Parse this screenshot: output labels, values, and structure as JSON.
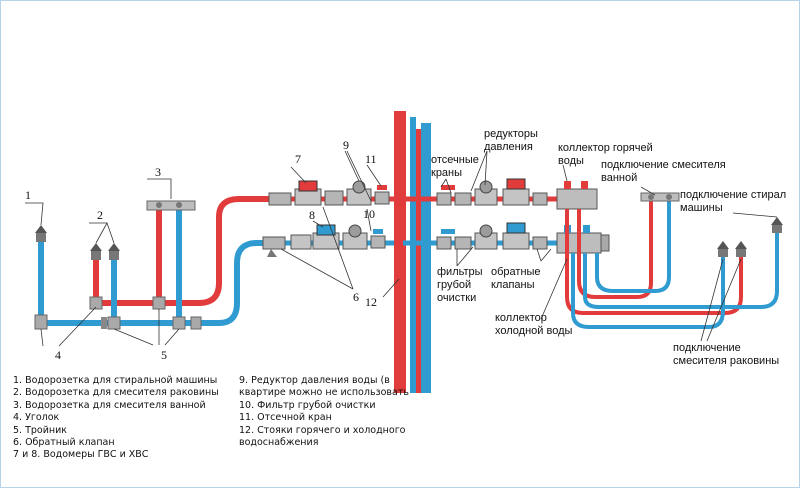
{
  "colors": {
    "hot": "#e23b3b",
    "cold": "#2f9bd0",
    "fitting": "#a9a9a9"
  },
  "numbers": {
    "n1": "1",
    "n2": "2",
    "n3": "3",
    "n4": "4",
    "n5": "5",
    "n6": "6",
    "n7": "7",
    "n8": "8",
    "n9": "9",
    "n10": "10",
    "n11": "11",
    "n12": "12"
  },
  "labels": {
    "pressure_reducers": [
      "редукторы",
      "давления"
    ],
    "shutoff_valves": [
      "отсечные",
      "краны"
    ],
    "hot_manifold": [
      "коллектор горячей",
      "воды"
    ],
    "bath_mixer": [
      "подключение смесителя",
      "ванной"
    ],
    "washer": [
      "подключение стирал",
      "машины"
    ],
    "coarse_filters": [
      "фильтры",
      "грубой",
      "очистки"
    ],
    "check_valves": [
      "обратные",
      "клапаны"
    ],
    "cold_manifold": [
      "коллектор",
      "холодной воды"
    ],
    "sink_mixer": [
      "подключение",
      "смесителя раковины"
    ]
  },
  "legend_left": [
    "1. Водорозетка для стиральной машины",
    "2. Водорозетка для смесителя раковины",
    "3. Водорозетка для смесителя ванной",
    "4. Уголок",
    "5. Тройник",
    "6. Обратный клапан",
    "7 и 8. Водомеры ГВС и ХВС"
  ],
  "legend_right": [
    "9. Редуктор давления воды (в",
    "квартире можно не использовать",
    "10. Фильтр грубой очистки",
    "11. Отсечной кран",
    "12. Стояки горячего и холодного",
    "водоснабжения"
  ]
}
